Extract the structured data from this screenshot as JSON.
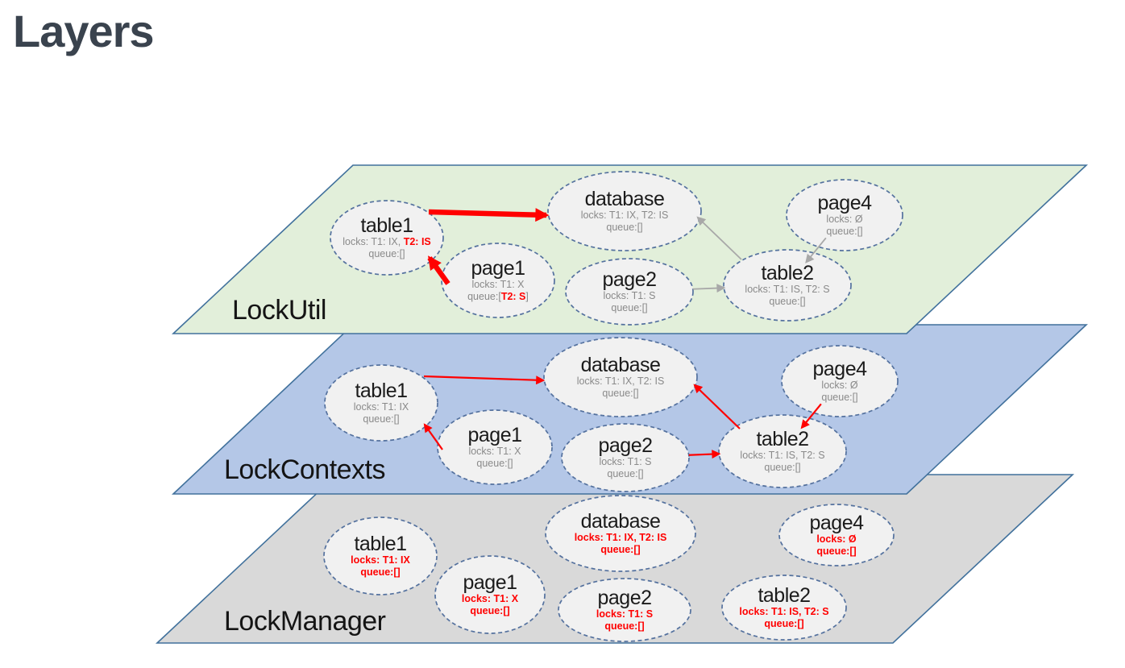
{
  "page_title": "Layers",
  "colors": {
    "layer_green": "#e2efda",
    "layer_blue": "#b4c7e7",
    "layer_gray": "#d9d9d9",
    "layer_border": "#41719c",
    "node_fill": "#f1f1f1",
    "node_border": "#54719e",
    "text_gray": "#8a8a8a",
    "text_red": "#ff0000",
    "arrow_gray": "#a8a8a8",
    "arrow_red": "#ff0000",
    "title_color": "#3a434e"
  },
  "layers": [
    {
      "label": "LockUtil",
      "nodes": {
        "table1": {
          "title": "table1",
          "l1": "locks: T1: IX, ",
          "l2": "T2: IS",
          "q1": "queue:[]"
        },
        "page1": {
          "title": "page1",
          "l1": "locks: T1: X",
          "q1": "queue:[",
          "q2": "T2: S",
          "q3": "]"
        },
        "database": {
          "title": "database",
          "l1": "locks: T1: IX, T2: IS",
          "q1": "queue:[]"
        },
        "page2": {
          "title": "page2",
          "l1": "locks: T1: S",
          "q1": "queue:[]"
        },
        "table2": {
          "title": "table2",
          "l1": "locks: T1: IS, T2: S",
          "q1": "queue:[]"
        },
        "page4": {
          "title": "page4",
          "l1": "locks: Ø",
          "q1": "queue:[]"
        }
      },
      "arrows": [
        {
          "from": "table1",
          "to": "database",
          "style": "red-thick"
        },
        {
          "from": "page1",
          "to": "table1",
          "style": "red-thick"
        },
        {
          "from": "page2",
          "to": "table2",
          "style": "gray"
        },
        {
          "from": "table2",
          "to": "database",
          "style": "gray"
        },
        {
          "from": "page4",
          "to": "table2",
          "style": "gray"
        }
      ]
    },
    {
      "label": "LockContexts",
      "nodes": {
        "table1": {
          "title": "table1",
          "l1": "locks: T1: IX",
          "q1": "queue:[]"
        },
        "page1": {
          "title": "page1",
          "l1": "locks: T1: X",
          "q1": "queue:[]"
        },
        "database": {
          "title": "database",
          "l1": "locks: T1: IX, T2: IS",
          "q1": "queue:[]"
        },
        "page2": {
          "title": "page2",
          "l1": "locks: T1: S",
          "q1": "queue:[]"
        },
        "table2": {
          "title": "table2",
          "l1": "locks: T1: IS, T2: S",
          "q1": "queue:[]"
        },
        "page4": {
          "title": "page4",
          "l1": "locks: Ø",
          "q1": "queue:[]"
        }
      },
      "arrows": [
        {
          "from": "table1",
          "to": "database",
          "style": "red-thin"
        },
        {
          "from": "page1",
          "to": "table1",
          "style": "red-thin"
        },
        {
          "from": "page2",
          "to": "table2",
          "style": "red-thin"
        },
        {
          "from": "table2",
          "to": "database",
          "style": "red-thin"
        },
        {
          "from": "page4",
          "to": "table2",
          "style": "red-thin"
        }
      ]
    },
    {
      "label": "LockManager",
      "nodes": {
        "table1": {
          "title": "table1",
          "l2": "locks: T1: IX",
          "q2": "queue:[]"
        },
        "page1": {
          "title": "page1",
          "l2": "locks: T1: X",
          "q2": "queue:[]"
        },
        "database": {
          "title": "database",
          "l2": "locks: T1: IX, T2: IS",
          "q2": "queue:[]"
        },
        "page2": {
          "title": "page2",
          "l2": "locks: T1: S",
          "q2": "queue:[]"
        },
        "table2": {
          "title": "table2",
          "l2": "locks: T1: IS, T2: S",
          "q2": "queue:[]"
        },
        "page4": {
          "title": "page4",
          "l2": "locks: Ø",
          "q2": "queue:[]"
        }
      },
      "arrows": []
    }
  ]
}
